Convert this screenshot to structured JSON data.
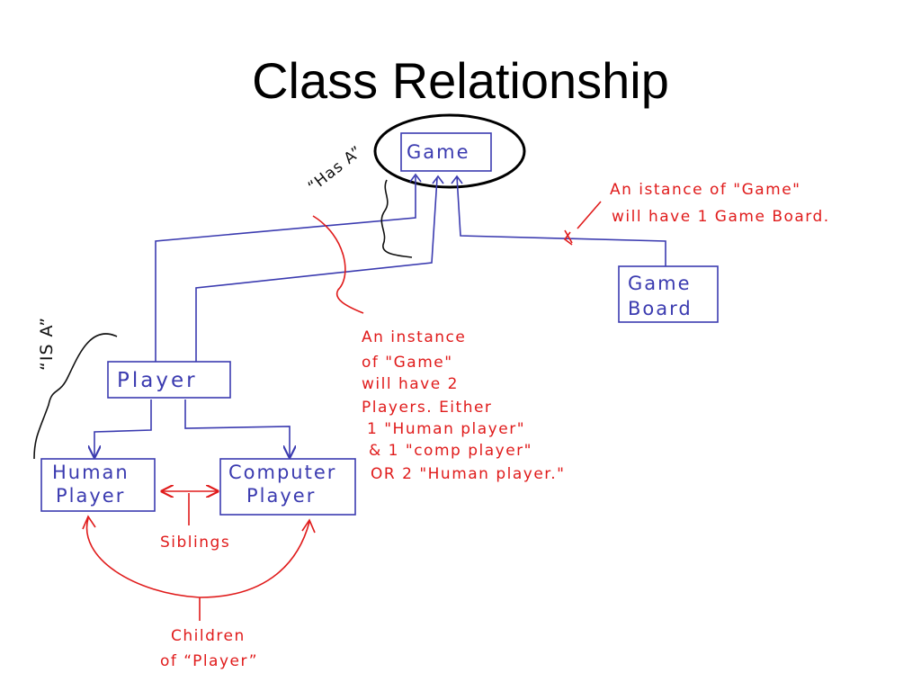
{
  "slide": {
    "title": "Class Relationship"
  },
  "diagram": {
    "classes": {
      "game": "Game",
      "game_board_line1": "Game",
      "game_board_line2": "Board",
      "player": "Player",
      "human_player_line1": "Human",
      "human_player_line2": "Player",
      "computer_player_line1": "Computer",
      "computer_player_line2": "Player"
    },
    "labels": {
      "has_a": "“Has A”",
      "is_a": "“IS A”",
      "siblings": "Siblings",
      "children_line1": "Children",
      "children_line2": "of “Player”"
    },
    "notes": {
      "game_board_note": [
        "An istance  of \"Game\"",
        "will have 1 Game Board."
      ],
      "players_note": [
        "An instance",
        "of \"Game\"",
        "will have 2",
        "Players. Either",
        "1 \"Human player\"",
        "& 1 \"comp player\"",
        "OR 2 \"Human player.\""
      ]
    },
    "colors": {
      "class_ink": "#3b3bb0",
      "annotation_ink": "#e01b1b",
      "relation_ink": "#111111"
    }
  }
}
